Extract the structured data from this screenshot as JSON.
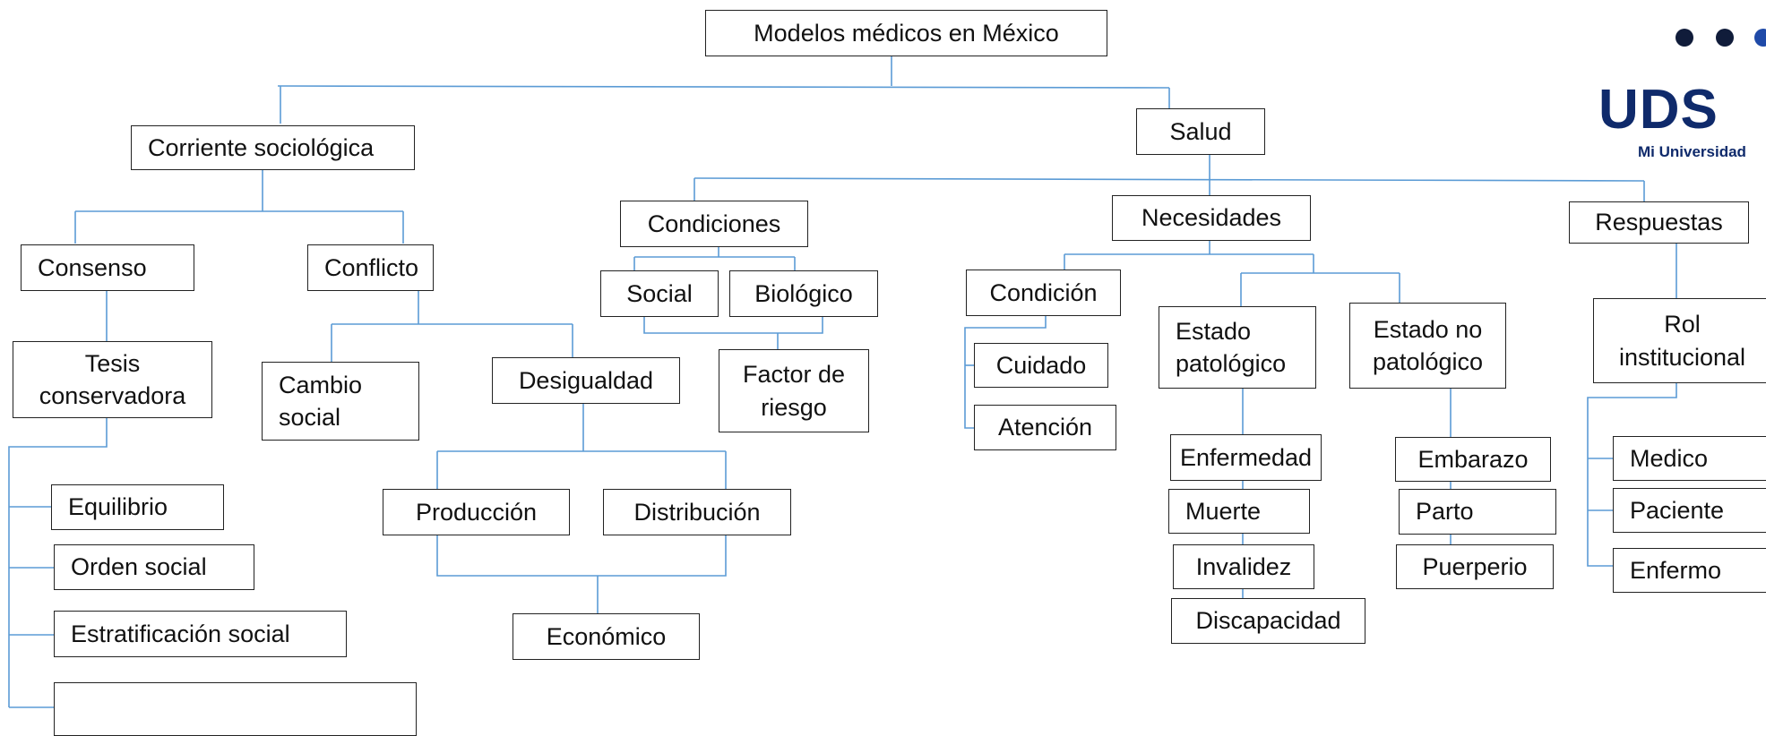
{
  "diagram": {
    "title": "Modelos médicos en México",
    "nodes": {
      "corriente": "Corriente sociológica",
      "consenso": "Consenso",
      "conflicto": "Conflicto",
      "tesis": "Tesis\nconservadora",
      "equilibrio": "Equilibrio",
      "orden": "Orden social",
      "estratificacion": "Estratificación social",
      "empty_box": "",
      "cambio": "Cambio\nsocial",
      "desigualdad": "Desigualdad",
      "produccion": "Producción",
      "distribucion": "Distribución",
      "economico": "Económico",
      "salud": "Salud",
      "condiciones": "Condiciones",
      "social": "Social",
      "biologico": "Biológico",
      "factor": "Factor de\nriesgo",
      "necesidades": "Necesidades",
      "condicion": "Condición",
      "cuidado": "Cuidado",
      "atencion": "Atención",
      "estado_pat": "Estado\npatológico",
      "enfermedad": "Enfermedad",
      "muerte": "Muerte",
      "invalidez": "Invalidez",
      "discapacidad": "Discapacidad",
      "estado_nopat": "Estado no\npatológico",
      "embarazo": "Embarazo",
      "parto": "Parto",
      "puerperio": "Puerperio",
      "respuestas": "Respuestas",
      "rol": "Rol\ninstitucional",
      "medico": "Medico",
      "paciente": "Paciente",
      "enfermo": "Enfermo"
    }
  },
  "logo": {
    "mark": "UDS",
    "tagline": "Mi Universidad",
    "color": "#0f2a6b"
  },
  "colors": {
    "connector": "#5b9bd5",
    "border": "#222222"
  }
}
